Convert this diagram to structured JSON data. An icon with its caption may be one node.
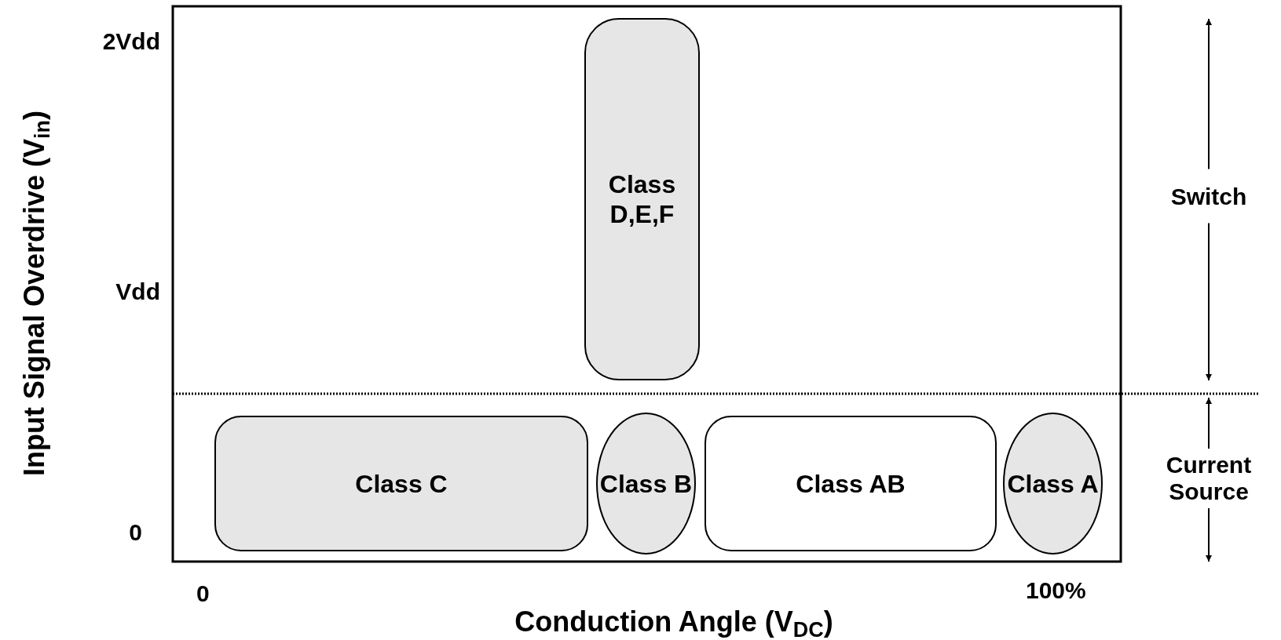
{
  "diagram": {
    "nodes": [
      {
        "text": [
          "Class D,E,F"
        ]
      },
      {
        "text": [
          "Class C"
        ]
      },
      {
        "text": [
          "Class B"
        ]
      },
      {
        "text": [
          "Class AB"
        ]
      },
      {
        "text": [
          "Class A"
        ]
      }
    ],
    "labels": [
      "2Vdd",
      "Vdd",
      "0",
      "Switch",
      "Current Source",
      "0",
      "100%",
      "Input Signal Overdrive (V$_{in}$)",
      "Conduction Angle (V$_{DC}$)"
    ]
  }
}
